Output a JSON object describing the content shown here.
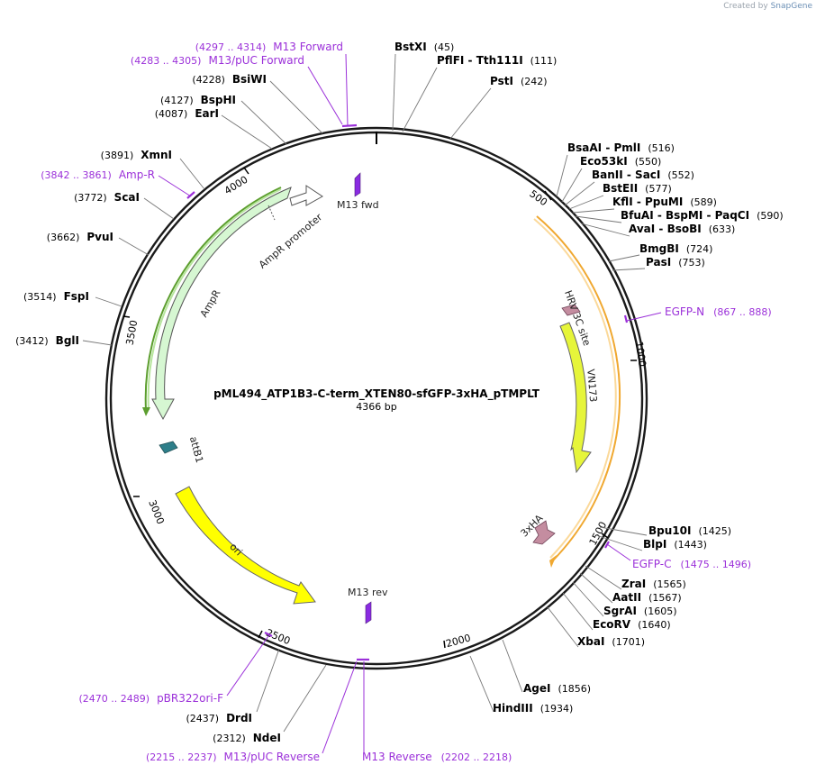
{
  "credit": {
    "prefix": "Created by",
    "brand": "SnapGene"
  },
  "plasmid": {
    "name": "pML494_ATP1B3-C-term_XTEN80-sfGFP-3xHA_pTMPLT",
    "size_label": "4366 bp"
  },
  "colors": {
    "enzyme": "#000000",
    "primer": "#9b30d9",
    "ring": "#1a1a1a",
    "ampr": "#d6f7d2",
    "ampr_promoter": "#ffffff",
    "vn173": "#e6f53a",
    "ori": "#ffff00",
    "attb1": "#2e7f8a",
    "hrv": "#c48da0",
    "ha": "#c48da0",
    "m13": "#8a2be2",
    "green_track": "#5c9e2e",
    "orange_track": "#f0a830"
  },
  "ticks": [
    "500",
    "1000",
    "1500",
    "2000",
    "2500",
    "3000",
    "3500",
    "4000"
  ],
  "features": {
    "ampr": "AmpR",
    "ampr_promoter": "AmpR promoter",
    "m13_fwd": "M13 fwd",
    "m13_rev": "M13 rev",
    "attb1": "attB1",
    "ori": "ori",
    "hrv": "HRV 3C site",
    "vn173": "VN173",
    "ha": "3xHA"
  },
  "enzymes_right": [
    {
      "name": "BstXI",
      "pos": "(45)"
    },
    {
      "name": "PflFI  - Tth111I",
      "pos": "(111)"
    },
    {
      "name": "PstI",
      "pos": "(242)"
    },
    {
      "name": "BsaAI  - PmlI",
      "pos": "(516)"
    },
    {
      "name": "Eco53kI",
      "pos": "(550)"
    },
    {
      "name": "BanII  - SacI",
      "pos": "(552)"
    },
    {
      "name": "BstEII",
      "pos": "(577)"
    },
    {
      "name": "KflI  - PpuMI",
      "pos": "(589)"
    },
    {
      "name": "BfuAI  - BspMI  - PaqCI",
      "pos": "(590)"
    },
    {
      "name": "AvaI  - BsoBI",
      "pos": "(633)"
    },
    {
      "name": "BmgBI",
      "pos": "(724)"
    },
    {
      "name": "PasI",
      "pos": "(753)"
    },
    {
      "name": "Bpu10I",
      "pos": "(1425)"
    },
    {
      "name": "BlpI",
      "pos": "(1443)"
    },
    {
      "name": "ZraI",
      "pos": "(1565)"
    },
    {
      "name": "AatII",
      "pos": "(1567)"
    },
    {
      "name": "SgrAI",
      "pos": "(1605)"
    },
    {
      "name": "EcoRV",
      "pos": "(1640)"
    },
    {
      "name": "XbaI",
      "pos": "(1701)"
    },
    {
      "name": "AgeI",
      "pos": "(1856)"
    },
    {
      "name": "HindIII",
      "pos": "(1934)"
    }
  ],
  "enzymes_left": [
    {
      "name": "BsiWI",
      "pos": "(4228)"
    },
    {
      "name": "BspHI",
      "pos": "(4127)"
    },
    {
      "name": "EarI",
      "pos": "(4087)"
    },
    {
      "name": "XmnI",
      "pos": "(3891)"
    },
    {
      "name": "ScaI",
      "pos": "(3772)"
    },
    {
      "name": "PvuI",
      "pos": "(3662)"
    },
    {
      "name": "FspI",
      "pos": "(3514)"
    },
    {
      "name": "BglI",
      "pos": "(3412)"
    },
    {
      "name": "DrdI",
      "pos": "(2437)"
    },
    {
      "name": "NdeI",
      "pos": "(2312)"
    }
  ],
  "primers": [
    {
      "name": "M13 Forward",
      "range": "(4297 .. 4314)"
    },
    {
      "name": "M13/pUC Forward",
      "range": "(4283 .. 4305)"
    },
    {
      "name": "Amp-R",
      "range": "(3842 .. 3861)"
    },
    {
      "name": "EGFP-N",
      "range": "(867 .. 888)"
    },
    {
      "name": "EGFP-C",
      "range": "(1475 .. 1496)"
    },
    {
      "name": "pBR322ori-F",
      "range": "(2470 .. 2489)"
    },
    {
      "name": "M13/pUC Reverse",
      "range": "(2215 .. 2237)"
    },
    {
      "name": "M13 Reverse",
      "range": "(2202 .. 2218)"
    }
  ]
}
